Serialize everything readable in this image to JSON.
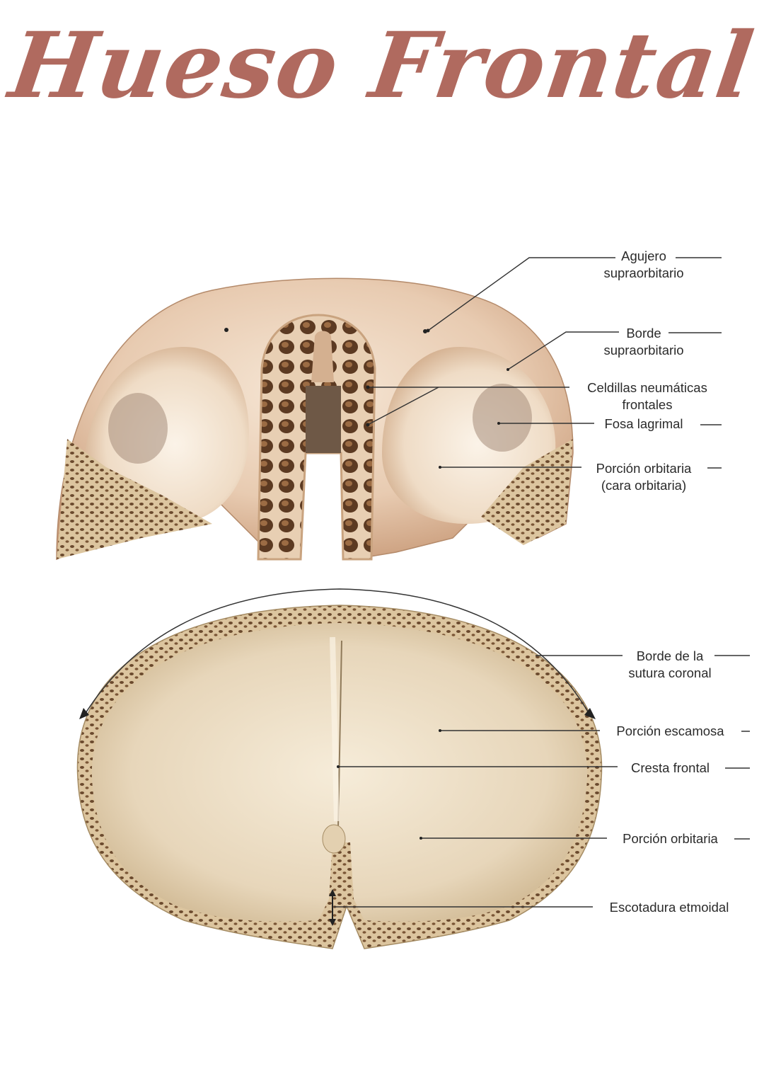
{
  "title": "Hueso Frontal",
  "colors": {
    "title": "#b06a5f",
    "bone_top": "#e2c1a6",
    "bone_bottom": "#e6d5b8",
    "trabecular": "#6b4a2e",
    "leader": "#333333",
    "label_text": "#2b2b2b"
  },
  "figure_top": {
    "view": "inferior view (orbital surface)",
    "labels": [
      {
        "id": "agujero",
        "line1": "Agujero",
        "line2": "supraorbitario"
      },
      {
        "id": "borde-supraorbitario",
        "line1": "Borde",
        "line2": "supraorbitario"
      },
      {
        "id": "celdillas",
        "line1": "Celdillas neumáticas",
        "line2": "frontales"
      },
      {
        "id": "fosa-lagrimal",
        "line1": "Fosa lagrimal",
        "line2": ""
      },
      {
        "id": "porcion-orbitaria-top",
        "line1": "Porción orbitaria",
        "line2": "(cara orbitaria)"
      }
    ]
  },
  "figure_bottom": {
    "view": "posterior/internal view",
    "labels": [
      {
        "id": "borde-sutura",
        "line1": "Borde de la",
        "line2": "sutura coronal"
      },
      {
        "id": "escamosa",
        "line1": "Porción escamosa",
        "line2": ""
      },
      {
        "id": "cresta",
        "line1": "Cresta frontal",
        "line2": ""
      },
      {
        "id": "porcion-orbitaria-bottom",
        "line1": "Porción orbitaria",
        "line2": ""
      },
      {
        "id": "escotadura",
        "line1": "Escotadura etmoidal",
        "line2": ""
      }
    ]
  }
}
